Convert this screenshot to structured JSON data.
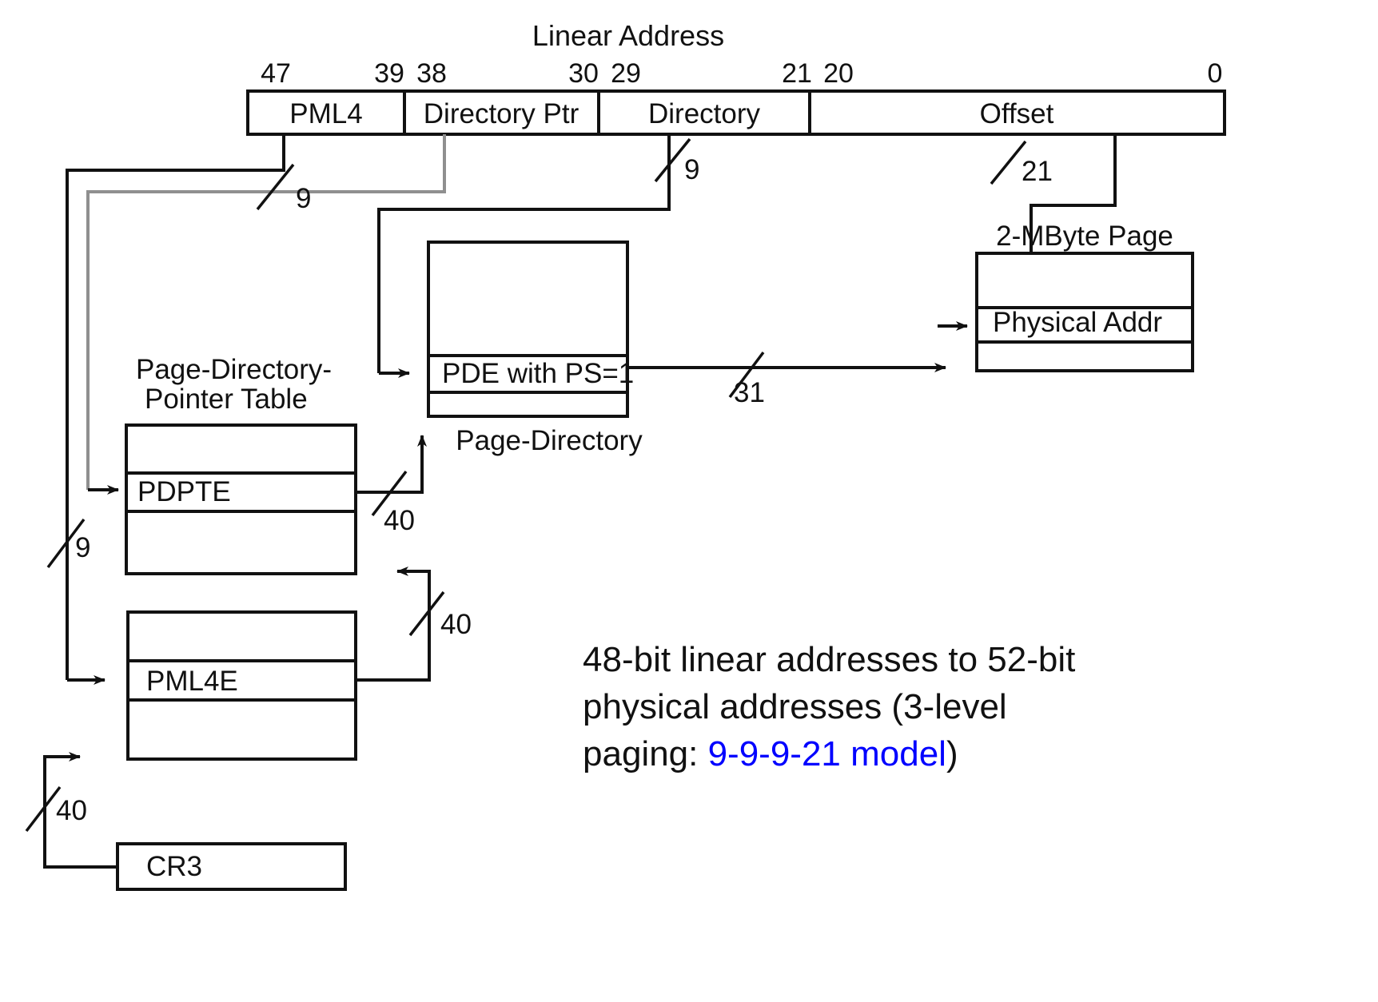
{
  "diagram": {
    "title": "Linear Address",
    "bit_labels": [
      "47",
      "39",
      "38",
      "30",
      "29",
      "21",
      "20",
      "0"
    ],
    "address_fields": [
      {
        "name": "PML4",
        "bits_high": "47",
        "bits_low": "39"
      },
      {
        "name": "Directory Ptr",
        "bits_high": "38",
        "bits_low": "30"
      },
      {
        "name": "Directory",
        "bits_high": "29",
        "bits_low": "21"
      },
      {
        "name": "Offset",
        "bits_high": "20",
        "bits_low": "0"
      }
    ],
    "width_labels": {
      "pml4_width": "9",
      "dirptr_width": "9",
      "directory_width": "9",
      "offset_width": "21",
      "pdpte_out": "40",
      "pml4e_out": "40",
      "cr3_out": "40",
      "pde_out": "31"
    },
    "tables": {
      "page_directory_pointer_table": {
        "caption_line1": "Page-Directory-",
        "caption_line2": "Pointer Table",
        "entry": "PDPTE"
      },
      "page_directory": {
        "caption": "Page-Directory",
        "entry": "PDE with PS=1"
      },
      "pml4_table": {
        "entry": "PML4E"
      },
      "page_frame": {
        "caption": "2-MByte Page",
        "entry": "Physical Addr"
      },
      "control_register": {
        "entry": "CR3"
      }
    },
    "note": {
      "line1": "48-bit linear addresses to 52-bit",
      "line2": "physical addresses (3-level",
      "line3_prefix": "paging: ",
      "line3_highlight": "9-9-9-21 model",
      "line3_suffix": ")",
      "highlight_color": "#0000ff"
    }
  }
}
